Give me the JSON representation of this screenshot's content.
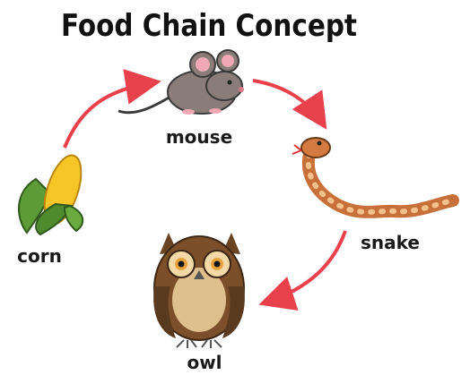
{
  "title": "Food Chain Concept",
  "nodes": [
    {
      "id": "corn",
      "label": "corn",
      "icon": "corn-icon"
    },
    {
      "id": "mouse",
      "label": "mouse",
      "icon": "mouse-icon"
    },
    {
      "id": "snake",
      "label": "snake",
      "icon": "snake-icon"
    },
    {
      "id": "owl",
      "label": "owl",
      "icon": "owl-icon"
    }
  ],
  "arrows": [
    {
      "from": "corn",
      "to": "mouse"
    },
    {
      "from": "mouse",
      "to": "snake"
    },
    {
      "from": "snake",
      "to": "owl"
    }
  ],
  "colors": {
    "arrow": "#e8414b",
    "text": "#1a1a1a",
    "background": "#ffffff"
  }
}
